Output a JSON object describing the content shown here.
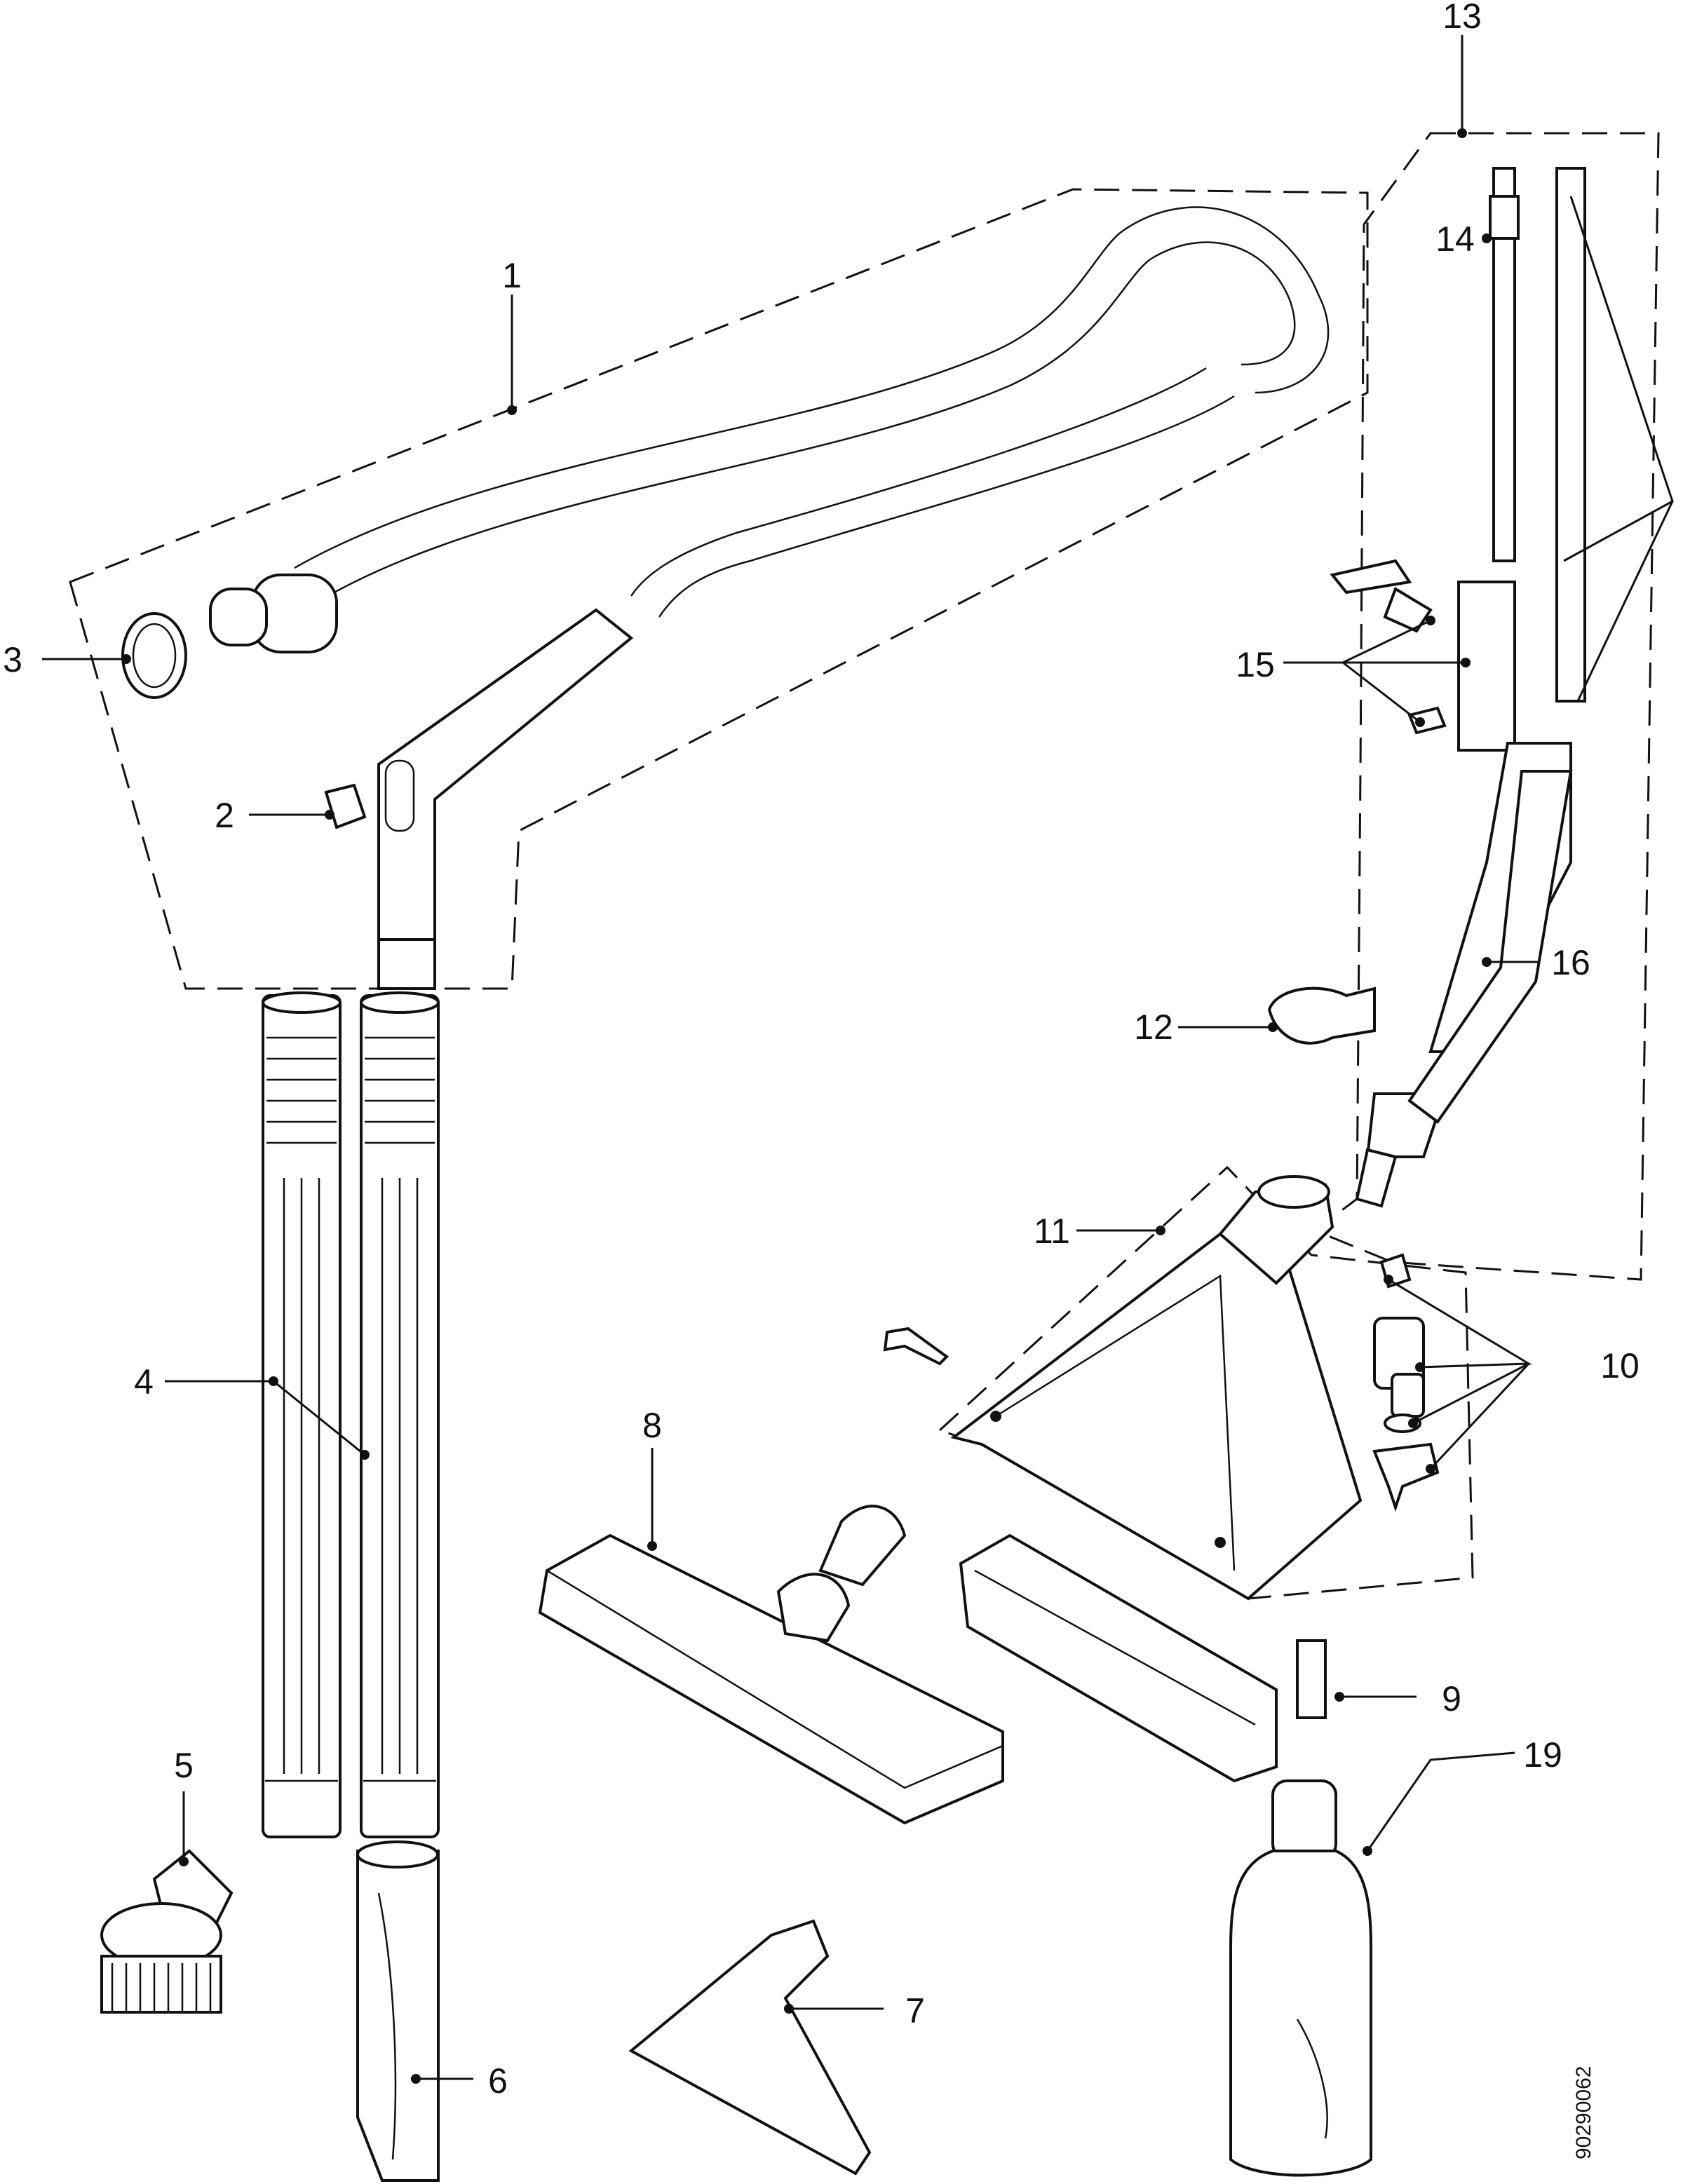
{
  "diagram": {
    "document_number": "90290062",
    "callouts": [
      {
        "id": "1",
        "text": "1"
      },
      {
        "id": "2",
        "text": "2"
      },
      {
        "id": "3",
        "text": "3"
      },
      {
        "id": "4",
        "text": "4"
      },
      {
        "id": "5",
        "text": "5"
      },
      {
        "id": "6",
        "text": "6"
      },
      {
        "id": "7",
        "text": "7"
      },
      {
        "id": "8",
        "text": "8"
      },
      {
        "id": "9",
        "text": "9"
      },
      {
        "id": "10",
        "text": "10"
      },
      {
        "id": "11",
        "text": "11"
      },
      {
        "id": "12",
        "text": "12"
      },
      {
        "id": "13",
        "text": "13"
      },
      {
        "id": "14",
        "text": "14"
      },
      {
        "id": "15",
        "text": "15"
      },
      {
        "id": "16",
        "text": "16"
      },
      {
        "id": "19",
        "text": "19"
      }
    ]
  }
}
